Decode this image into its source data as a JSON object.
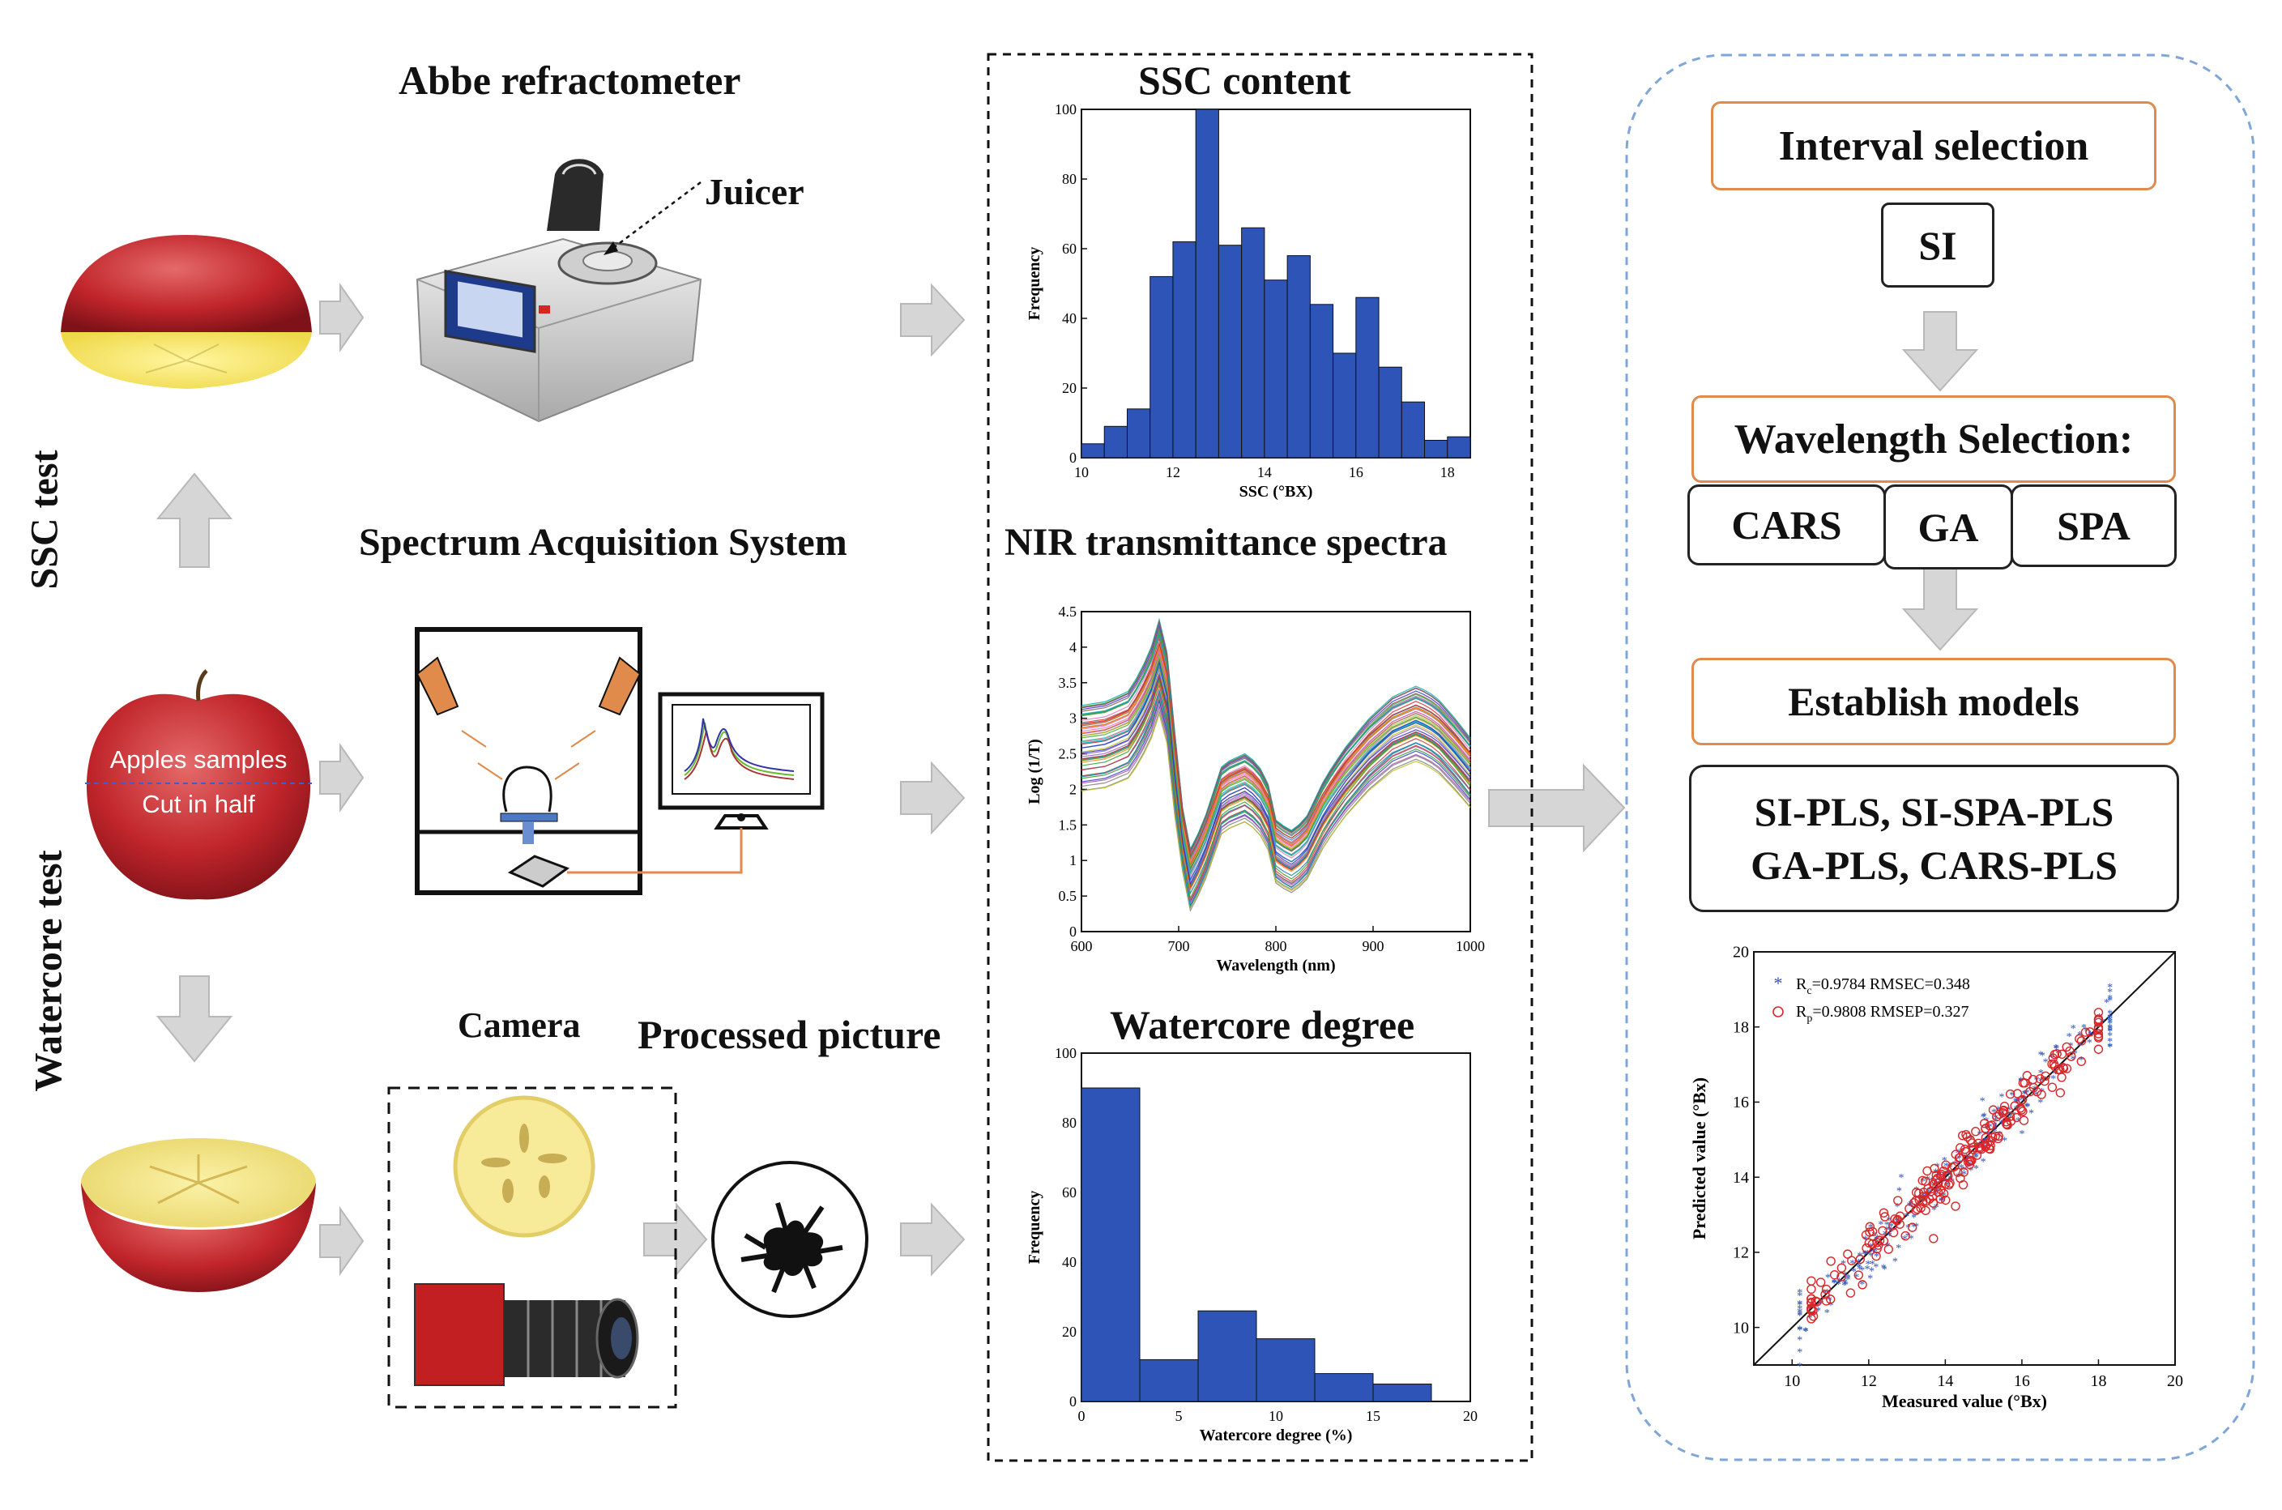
{
  "left": {
    "ssc_test_label": "SSC  test",
    "watercore_test_label": "Watercore  test",
    "apple_samples_label": "Apples samples",
    "cut_in_half_label": "Cut in half",
    "abbe_title": "Abbe refractometer",
    "juicer_label": "Juicer",
    "spectrum_title": "Spectrum Acquisition System",
    "camera_label": "Camera",
    "processed_label": "Processed picture"
  },
  "middle": {
    "ssc_title": "SSC content",
    "nir_title": "NIR  transmittance spectra",
    "watercore_title": "Watercore degree"
  },
  "right": {
    "interval_selection": "Interval selection",
    "si": "SI",
    "wavelength_selection": "Wavelength Selection:",
    "cars": "CARS",
    "ga": "GA",
    "spa": "SPA",
    "establish_models": "Establish models",
    "models_line1": "SI-PLS, SI-SPA-PLS",
    "models_line2": "GA-PLS, CARS-PLS"
  },
  "colors": {
    "bar": "#2e54b8",
    "arrow": "#d4d4d4",
    "orange": "#e08a4c",
    "dashed_blue": "#7fa6d9"
  },
  "chart_data": [
    {
      "type": "bar",
      "xlabel": "SSC (°BX)",
      "ylabel": "Frequency",
      "xlim": [
        10,
        18.5
      ],
      "ylim": [
        0,
        100
      ],
      "xticks": [
        10,
        12,
        14,
        16,
        18
      ],
      "yticks": [
        0,
        20,
        40,
        60,
        80,
        100
      ],
      "bin_start": 10,
      "bin_width": 0.5,
      "values": [
        4,
        9,
        14,
        52,
        62,
        100,
        61,
        66,
        51,
        58,
        44,
        30,
        46,
        26,
        16,
        5,
        6
      ]
    },
    {
      "type": "line",
      "xlabel": "Wavelength (nm)",
      "ylabel": "Log (1/T)",
      "xlim": [
        600,
        1000
      ],
      "ylim": [
        0,
        4.5
      ],
      "xticks": [
        600,
        700,
        800,
        900,
        1000
      ],
      "yticks": [
        0,
        0.5,
        1,
        1.5,
        2,
        2.5,
        3,
        3.5,
        4,
        4.5
      ],
      "mean_spectrum": {
        "x": [
          600,
          625,
          650,
          670,
          680,
          690,
          700,
          712,
          725,
          745,
          770,
          790,
          800,
          815,
          830,
          850,
          870,
          895,
          920,
          945,
          965,
          985,
          1000
        ],
        "y": [
          2.6,
          2.65,
          2.8,
          3.3,
          3.75,
          3.2,
          1.6,
          0.75,
          1.1,
          1.9,
          2.05,
          1.75,
          1.15,
          1.0,
          1.15,
          1.7,
          2.1,
          2.5,
          2.8,
          2.95,
          2.8,
          2.5,
          2.25
        ]
      },
      "spread": 0.55,
      "n_series": 60
    },
    {
      "type": "bar",
      "xlabel": "Watercore degree (%)",
      "ylabel": "Frequency",
      "xlim": [
        0,
        20
      ],
      "ylim": [
        0,
        100
      ],
      "xticks": [
        0,
        5,
        10,
        15,
        20
      ],
      "yticks": [
        0,
        20,
        40,
        60,
        80,
        100
      ],
      "bin_start": 0,
      "bin_width": 3,
      "values": [
        90,
        12,
        26,
        18,
        8,
        5
      ]
    },
    {
      "type": "scatter",
      "xlabel": "Measured value (°Bx)",
      "ylabel": "Predicted value (°Bx)",
      "xlim": [
        9,
        20
      ],
      "ylim": [
        9,
        20
      ],
      "xticks": [
        10,
        12,
        14,
        16,
        18,
        20
      ],
      "yticks": [
        10,
        12,
        14,
        16,
        18,
        20
      ],
      "legend": [
        {
          "sub": "c",
          "rtext": "=0.9784",
          "rmse": "RMSEC=0.348",
          "color": "#2e54b8"
        },
        {
          "sub": "p",
          "rtext": "=0.9808",
          "rmse": "RMSEP=0.327",
          "color": "#d9262a"
        }
      ],
      "calibration_range": [
        10.2,
        18.3
      ],
      "prediction_range": [
        10.5,
        18.0
      ],
      "rmse_c": 0.348,
      "rmse_p": 0.327
    }
  ]
}
